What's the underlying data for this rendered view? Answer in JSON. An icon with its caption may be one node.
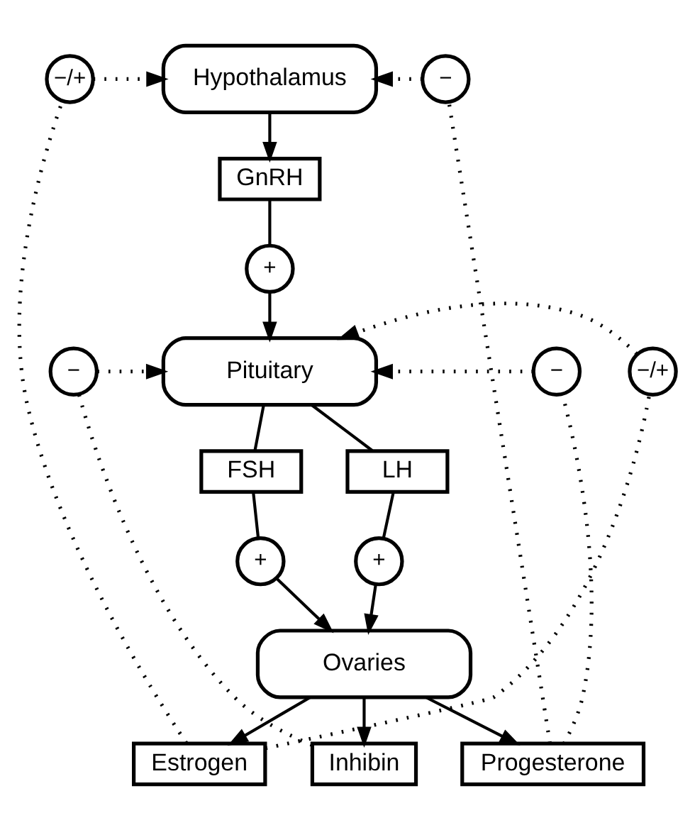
{
  "diagram": {
    "nodes": [
      {
        "text": [
          "−/+"
        ]
      },
      {
        "text": [
          "Hypothalamus"
        ]
      },
      {
        "text": [
          "−"
        ]
      },
      {
        "text": [
          "GnRH"
        ]
      },
      {
        "text": [
          "+"
        ]
      },
      {
        "text": [
          "−/+"
        ]
      },
      {
        "text": [
          "Pituitary"
        ]
      },
      {
        "text": [
          "−"
        ]
      },
      {
        "text": [
          "−"
        ]
      },
      {
        "text": [
          "FSH"
        ]
      },
      {
        "text": [
          "LH"
        ]
      },
      {
        "text": [
          "+"
        ]
      },
      {
        "text": [
          "+"
        ]
      },
      {
        "text": [
          "Ovaries"
        ]
      },
      {
        "text": [
          "Inhibin"
        ]
      },
      {
        "text": [
          "Progesterone"
        ]
      },
      {
        "text": [
          "Estrogen"
        ]
      }
    ],
    "edges": [
      {
        "from": 1,
        "to": 3,
        "arrow": "to"
      },
      {
        "from": 3,
        "to": 4,
        "arrow": "none"
      },
      {
        "from": 4,
        "to": 6,
        "arrow": "to"
      },
      {
        "from": 6,
        "to": 9,
        "arrow": "none"
      },
      {
        "from": 6,
        "to": 10,
        "arrow": "none"
      },
      {
        "from": 9,
        "to": 11,
        "arrow": "none"
      },
      {
        "from": 10,
        "to": 12,
        "arrow": "none"
      },
      {
        "from": 11,
        "to": 13,
        "arrow": "to"
      },
      {
        "from": 12,
        "to": 13,
        "arrow": "to"
      },
      {
        "from": 13,
        "to": 14,
        "arrow": "to"
      },
      {
        "from": 13,
        "to": 16,
        "arrow": "to"
      },
      {
        "from": 13,
        "to": 15,
        "arrow": "to"
      },
      {
        "from": 16,
        "to": 0,
        "arrow": "none",
        "style": "dashed"
      },
      {
        "from": 0,
        "to": 1,
        "arrow": "to",
        "style": "dashed"
      },
      {
        "from": 15,
        "to": 2,
        "arrow": "none",
        "style": "dashed"
      },
      {
        "from": 2,
        "to": 1,
        "arrow": "to",
        "style": "dashed"
      },
      {
        "from": 16,
        "to": 5,
        "arrow": "none",
        "style": "dashed"
      },
      {
        "from": 5,
        "to": 6,
        "arrow": "to",
        "style": "dashed"
      },
      {
        "from": 14,
        "to": 8,
        "arrow": "none",
        "style": "dashed"
      },
      {
        "from": 8,
        "to": 6,
        "arrow": "to",
        "style": "dashed"
      },
      {
        "from": 15,
        "to": 7,
        "arrow": "none",
        "style": "dashed"
      },
      {
        "from": 7,
        "to": 6,
        "arrow": "to",
        "style": "dashed"
      }
    ]
  }
}
